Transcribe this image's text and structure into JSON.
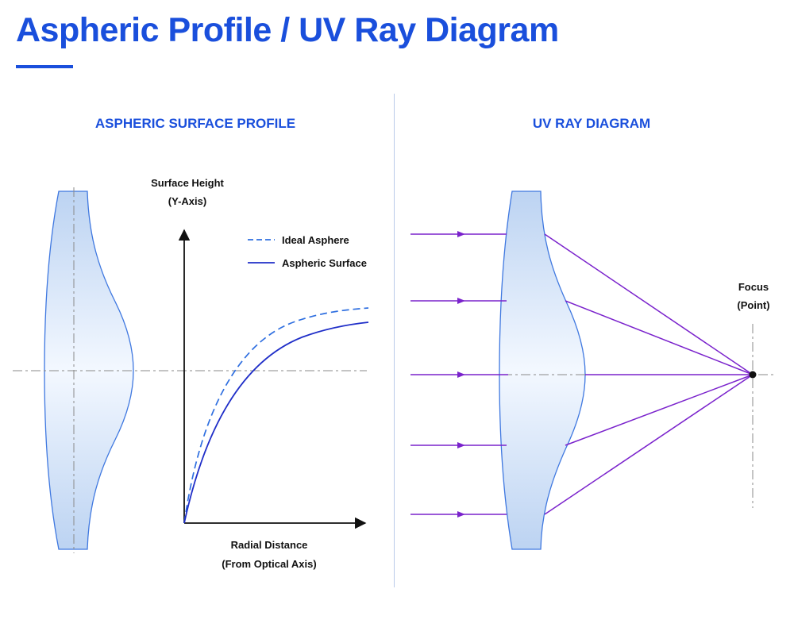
{
  "title": "Aspheric Profile / UV Ray Diagram",
  "left_panel": {
    "heading": "ASPHERIC SURFACE PROFILE",
    "y_axis_label_line1": "Surface Height",
    "y_axis_label_line2": "(Y-Axis)",
    "x_axis_label_line1": "Radial Distance",
    "x_axis_label_line2": "(From Optical Axis)",
    "legend": [
      {
        "name": "Ideal Asphere",
        "style": "dashed",
        "color": "#2f6fe0"
      },
      {
        "name": "Aspheric Surface",
        "style": "solid",
        "color": "#1f2ec8"
      }
    ]
  },
  "right_panel": {
    "heading": "UV RAY DIAGRAM",
    "focus_label_line1": "Focus",
    "focus_label_line2": "(Point)",
    "ray_count": 5
  },
  "colors": {
    "accent": "#1a4fdc",
    "lens_stroke": "#3f78e0",
    "lens_fill_edge": "#bcd3f2",
    "ray": "#7a22cc",
    "axis_dash": "#8a8a8a"
  }
}
